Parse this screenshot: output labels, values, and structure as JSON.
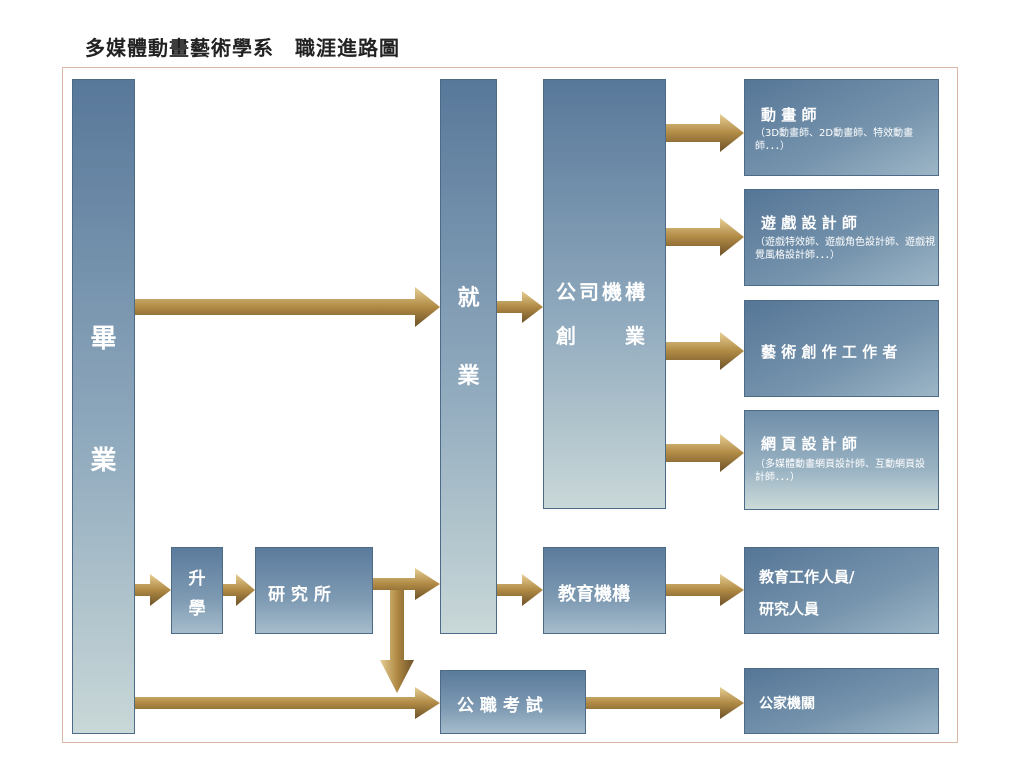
{
  "title": "多媒體動畫藝術學系　職涯進路圖",
  "nodes": {
    "graduation_1": "畢",
    "graduation_2": "業",
    "employment_1": "就",
    "employment_2": "業",
    "company_line1": "公司機構",
    "company_line2": "創　　業",
    "further_study_1": "升",
    "further_study_2": "學",
    "graduate_school": "研 究 所",
    "education": "教育機構",
    "civil_exam": "公 職 考 試"
  },
  "careers": {
    "animator": {
      "title": "動 畫 師",
      "detail": "（3D動畫師、2D動畫師、特效動畫師．．．）"
    },
    "game_designer": {
      "title": "遊 戲 設 計 師",
      "detail": "（遊戲特效師、遊戲角色設計師、遊戲視覺風格設計師．．．）"
    },
    "artist": {
      "title": "藝 術 創 作 工 作 者"
    },
    "web_designer": {
      "title": "網 頁 設 計 師",
      "detail": "（多媒體動畫網頁設計師、互動網頁設計師．．．）"
    },
    "educator_line1": "教育工作人員/",
    "educator_line2": "研究人員",
    "public_agency": "公家機關"
  },
  "colors": {
    "box_top": "#58789a",
    "box_bottom": "#c9d8d8",
    "arrow_gold": "#b08a45",
    "frame": "#d9b8a8"
  }
}
